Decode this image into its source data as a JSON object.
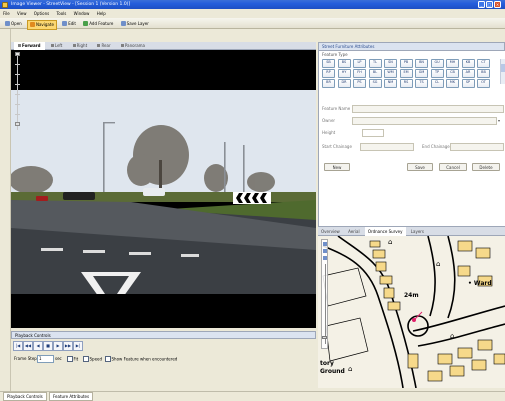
{
  "window": {
    "title": "Image Viewer - StreetView - [Session 1 (Version 1.0)]",
    "minimize": "_",
    "maximize": "□",
    "close": "×"
  },
  "menu": [
    "File",
    "View",
    "Options",
    "Tools",
    "Window",
    "Help"
  ],
  "toolbar": {
    "items": [
      {
        "label": "Open",
        "active": false
      },
      {
        "label": "Navigate",
        "active": true
      },
      {
        "label": "Edit",
        "active": false
      },
      {
        "label": "Add Feature",
        "active": false
      },
      {
        "label": "Save Layer",
        "active": false
      }
    ]
  },
  "viewer": {
    "tabs": [
      {
        "label": "Forward",
        "active": true
      },
      {
        "label": "Left",
        "active": false
      },
      {
        "label": "Right",
        "active": false
      },
      {
        "label": "Rear",
        "active": false
      },
      {
        "label": "Panorama",
        "active": false
      }
    ]
  },
  "attributes": {
    "header": "Street Furniture Attributes",
    "sub_label": "Feature Type",
    "keys": [
      "SB",
      "BS",
      "LP",
      "TL",
      "SN",
      "PB",
      "BN",
      "GU",
      "MH",
      "KB",
      "CT",
      "RP",
      "HY",
      "FH",
      "BL",
      "WM",
      "EM",
      "GM",
      "TP",
      "CB",
      "AR",
      "BB",
      "BR",
      "DR",
      "PS",
      "SG",
      "NM",
      "RS",
      "TS",
      "CL",
      "MK",
      "SP",
      "OT"
    ],
    "form": {
      "label_1": "Feature Name",
      "label_2": "Owner",
      "label_3": "Height",
      "label_4": "Start Chainage",
      "label_5": "End Chainage",
      "buttons": {
        "new": "New",
        "save": "Save",
        "cancel": "Cancel",
        "delete": "Delete"
      }
    }
  },
  "map": {
    "tabs": [
      {
        "label": "Overview",
        "active": false
      },
      {
        "label": "Aerial",
        "active": false
      },
      {
        "label": "Ordnance Survey",
        "active": true
      },
      {
        "label": "Layers",
        "active": false
      }
    ],
    "labels": {
      "height": "24m",
      "ward": "• Ward",
      "ground_1": "tory",
      "ground_2": "Ground"
    }
  },
  "controls": {
    "header": "Playback Controls",
    "buttons": [
      "|◀",
      "◀◀",
      "◀",
      "■",
      "▶",
      "▶▶",
      "▶|"
    ],
    "frame_label": "Frame Step",
    "frame_value": "1",
    "unit": "sec",
    "opt_1": "Fit",
    "opt_2": "Speed",
    "opt_3": "Show Feature when encountered"
  },
  "status": {
    "tabs": [
      "Playback Controls",
      "Feature Attributes"
    ]
  },
  "colors": {
    "titlebar": "#245edc",
    "sky": "#dfe6ee",
    "grass": "#4f6a2e",
    "road": "#3b3f44"
  }
}
